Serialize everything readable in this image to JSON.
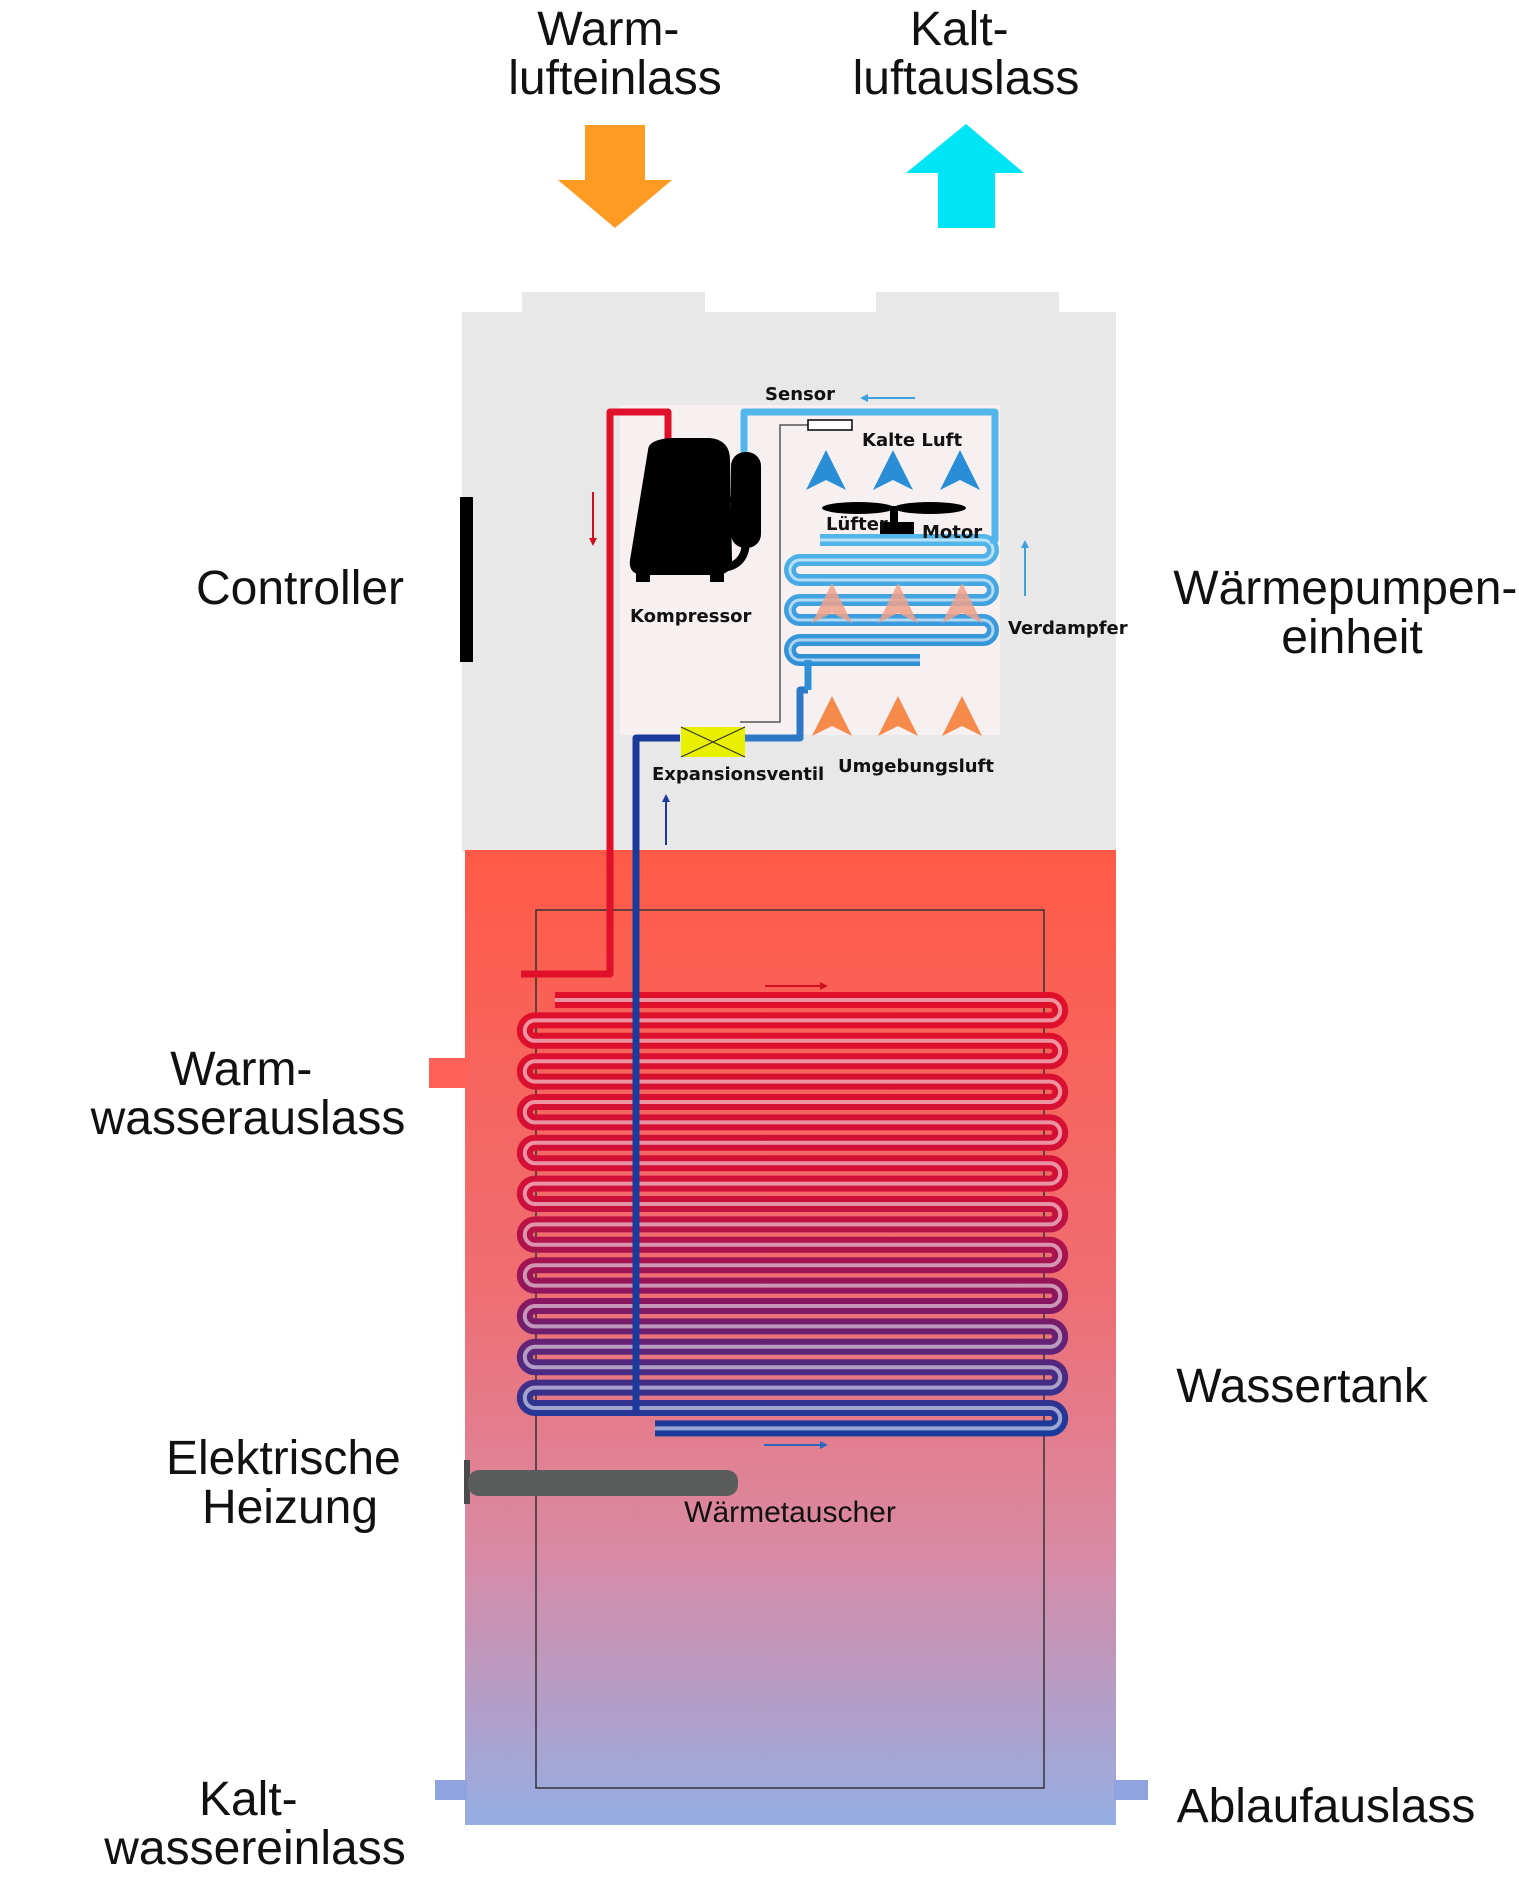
{
  "labels": {
    "warm_air_inlet": [
      "Warm-",
      "lufteinlass"
    ],
    "cold_air_outlet": [
      "Kalt-",
      "luftauslass"
    ],
    "controller": "Controller",
    "heat_pump_unit": [
      "Wärmepumpen-",
      "einheit"
    ],
    "warm_water_outlet": [
      "Warm-",
      "wasserauslass"
    ],
    "water_tank": "Wassertank",
    "electric_heater": [
      "Elektrische",
      "Heizung"
    ],
    "cold_water_inlet": [
      "Kalt-",
      "wassereinlass"
    ],
    "drain_outlet": "Ablaufauslass",
    "heat_exchanger": "Wärmetauscher",
    "sensor": "Sensor",
    "cold_air": "Kalte Luft",
    "fan": "Lüfter",
    "motor": "Motor",
    "compressor": "Kompressor",
    "evaporator": "Verdampfer",
    "expansion_valve": "Expansionsventil",
    "ambient_air": "Umgebungsluft"
  },
  "colors": {
    "warm_arrow": "#ff9a22",
    "cold_arrow": "#00e5f6",
    "unit_housing": "#e8e8e8",
    "tank_top": "#ff5a47",
    "tank_bottom": "#95aee4",
    "hot_pipe": "#e0102a",
    "cold_pipe": "#1a3a9c",
    "evaporator_pipe": "#3ea0dc",
    "valve": "#e8f000"
  }
}
